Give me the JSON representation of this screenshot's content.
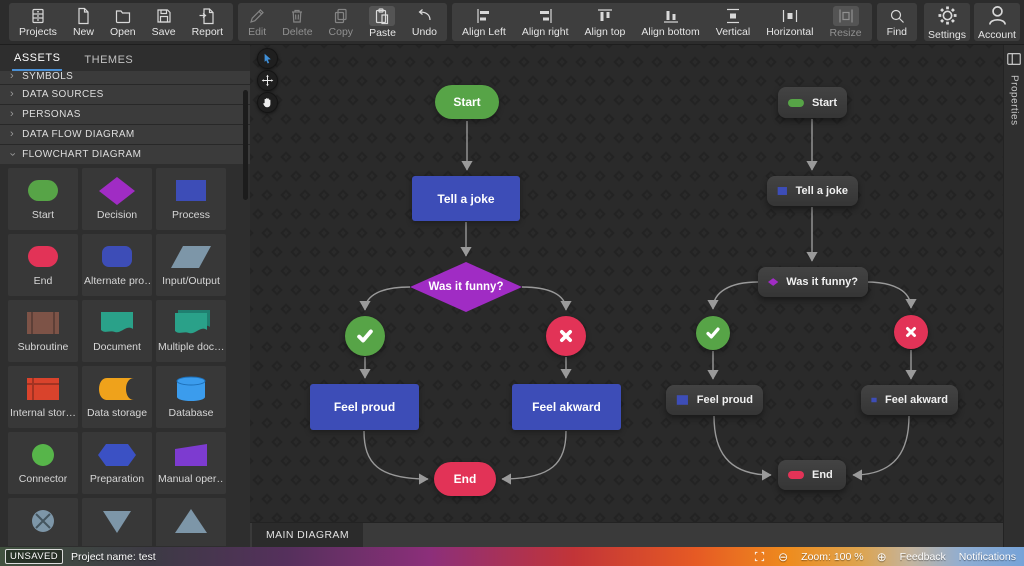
{
  "toolbar": {
    "groups": [
      {
        "items": [
          {
            "label": "Projects"
          },
          {
            "label": "New"
          },
          {
            "label": "Open"
          },
          {
            "label": "Save"
          },
          {
            "label": "Report"
          }
        ]
      },
      {
        "items": [
          {
            "label": "Edit"
          },
          {
            "label": "Delete"
          },
          {
            "label": "Copy"
          },
          {
            "label": "Paste"
          },
          {
            "label": "Undo"
          }
        ]
      },
      {
        "items": [
          {
            "label": "Align Left"
          },
          {
            "label": "Align right"
          },
          {
            "label": "Align top"
          },
          {
            "label": "Align bottom"
          },
          {
            "label": "Vertical"
          },
          {
            "label": "Horizontal"
          },
          {
            "label": "Resize"
          }
        ]
      },
      {
        "items": [
          {
            "label": "Find"
          }
        ]
      }
    ],
    "right": [
      {
        "label": "Settings"
      },
      {
        "label": "Account"
      }
    ]
  },
  "sidebar": {
    "tabs": [
      {
        "label": "ASSETS"
      },
      {
        "label": "THEMES"
      }
    ],
    "sections": [
      {
        "label": "SYMBOLS"
      },
      {
        "label": "DATA SOURCES"
      },
      {
        "label": "PERSONAS"
      },
      {
        "label": "DATA FLOW DIAGRAM"
      },
      {
        "label": "FLOWCHART DIAGRAM"
      }
    ],
    "palette": [
      {
        "label": "Start"
      },
      {
        "label": "Decision"
      },
      {
        "label": "Process"
      },
      {
        "label": "End"
      },
      {
        "label": "Alternate pro…"
      },
      {
        "label": "Input/Output"
      },
      {
        "label": "Subroutine"
      },
      {
        "label": "Document"
      },
      {
        "label": "Multiple doc…"
      },
      {
        "label": "Internal stor…"
      },
      {
        "label": "Data storage"
      },
      {
        "label": "Database"
      },
      {
        "label": "Connector"
      },
      {
        "label": "Preparation"
      },
      {
        "label": "Manual oper…"
      },
      {
        "label": ""
      },
      {
        "label": ""
      },
      {
        "label": ""
      }
    ]
  },
  "canvas": {
    "tab": "MAIN DIAGRAM",
    "properties_label": "Properties",
    "diagram1": {
      "start": "Start",
      "tell": "Tell a joke",
      "funny": "Was it funny?",
      "proud": "Feel proud",
      "akward": "Feel akward",
      "end": "End"
    },
    "diagram2": {
      "start": "Start",
      "tell": "Tell a joke",
      "funny": "Was it funny?",
      "proud": "Feel proud",
      "akward": "Feel akward",
      "end": "End"
    }
  },
  "statusbar": {
    "unsaved_badge": "UNSAVED",
    "project_name": "Project name: test",
    "zoom_label": "Zoom: 100 %",
    "minus_glyph": "⊖",
    "plus_glyph": "⊕",
    "feedback": "Feedback",
    "notifications": "Notifications"
  },
  "colors": {
    "accent_blue": "#4a8fd4",
    "shape_green": "#57a447",
    "shape_indigo": "#3d4db7",
    "shape_purple": "#a02cc4",
    "shape_red": "#e23357",
    "shape_slate": "#7d96a8",
    "shape_teal": "#2aa189",
    "shape_orange": "#efa21b",
    "shape_blue": "#3b9ced",
    "shape_brown": "#7d5347",
    "shape_int_red": "#d9432c"
  }
}
